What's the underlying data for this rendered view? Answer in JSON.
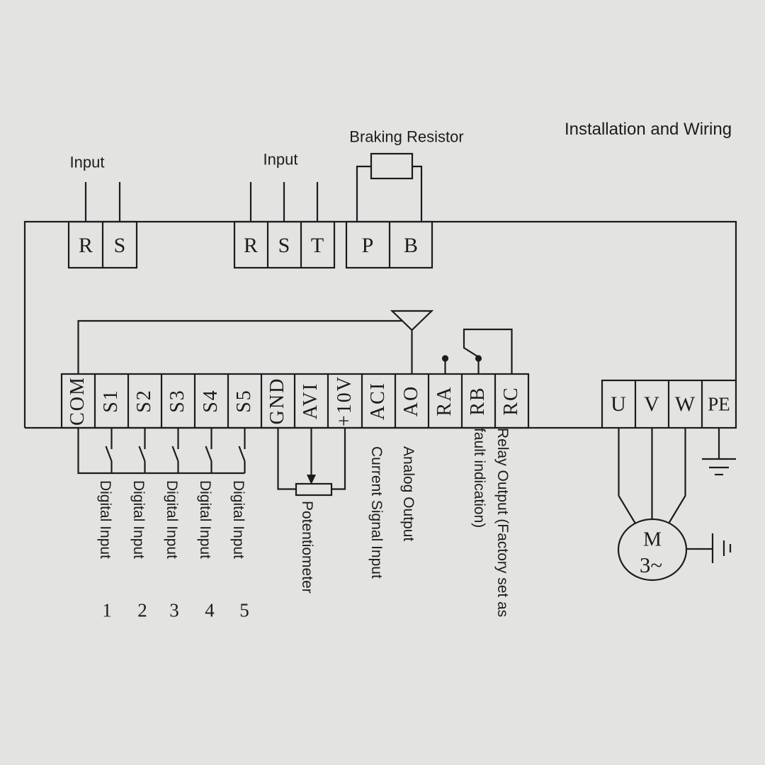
{
  "title": "Installation and Wiring",
  "annotations": {
    "input_left": "Input",
    "input_middle": "Input",
    "braking_resistor": "Braking Resistor",
    "potentiometer": "Potentiometer",
    "current_signal_input": "Current Signal Input",
    "analog_output": "Analog Output",
    "relay_output_line1": "Relay Output (Factory set as",
    "relay_output_line2": "fault indication)"
  },
  "terminals": {
    "mains_input_left": [
      "R",
      "S"
    ],
    "mains_input_middle": [
      "R",
      "S",
      "T"
    ],
    "braking": [
      "P",
      "B"
    ],
    "control": [
      "COM",
      "S1",
      "S2",
      "S3",
      "S4",
      "S5",
      "GND",
      "AVI",
      "+10V",
      "ACI",
      "AO",
      "RA",
      "RB",
      "RC"
    ],
    "motor_output": [
      "U",
      "V",
      "W",
      "PE"
    ]
  },
  "digital_inputs": [
    {
      "label": "Digital Input",
      "number": "1"
    },
    {
      "label": "Digital Input",
      "number": "2"
    },
    {
      "label": "Digital Input",
      "number": "3"
    },
    {
      "label": "Digital Input",
      "number": "4"
    },
    {
      "label": "Digital Input",
      "number": "5"
    }
  ],
  "motor": {
    "letter": "M",
    "phases": "3~"
  },
  "colors": {
    "background": "#e3e3e2",
    "line": "#1c1c1c"
  }
}
